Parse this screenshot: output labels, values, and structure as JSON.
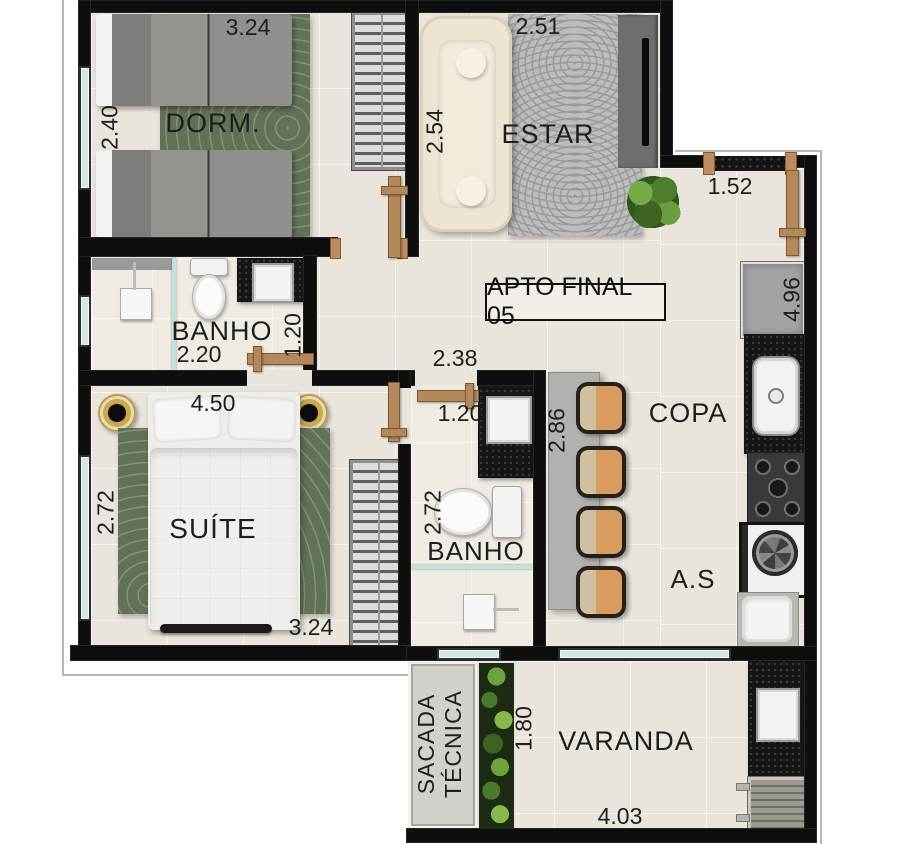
{
  "title": "APTO FINAL 05",
  "rooms": {
    "dorm": {
      "label": "DORM.",
      "dim_top": "3.24",
      "dim_left": "2.40"
    },
    "estar": {
      "label": "ESTAR",
      "dim_top": "2.51",
      "dim_left": "2.54"
    },
    "entry": {
      "dim": "1.52"
    },
    "banho1": {
      "label": "BANHO",
      "dim_width": "2.20",
      "dim_depth": "1.20"
    },
    "suite": {
      "label": "SUÍTE",
      "dim_top": "4.50",
      "dim_left": "2.72",
      "dim_bottom": "3.24"
    },
    "banho2": {
      "label": "BANHO",
      "dim_top": "2.38",
      "dim_inner": "1.20",
      "dim_left": "2.72"
    },
    "copa": {
      "label": "COPA",
      "dim_right": "4.96",
      "dim_table": "2.86"
    },
    "as": {
      "label": "A.S"
    },
    "sacada": {
      "label_line1": "SACADA",
      "label_line2": "TÉCNICA"
    },
    "varanda": {
      "label": "VARANDA",
      "dim_left": "1.80",
      "dim_bottom": "4.03"
    }
  },
  "colors": {
    "wall": "#0e0e0e",
    "floor": "#e9e4dc",
    "rug_green": "#617257",
    "rug_gray": "#bcbcbc",
    "window_glass": "#cfe9e1",
    "wood_door": "#b5885c",
    "granite": "#141414",
    "text": "#1e1e1e"
  }
}
